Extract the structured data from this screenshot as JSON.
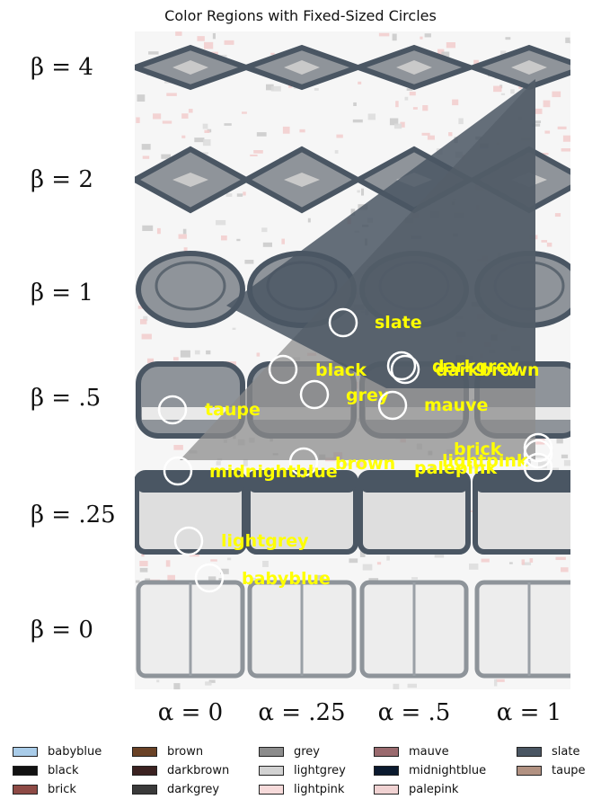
{
  "chart_data": {
    "type": "scatter",
    "title": "Color Regions with Fixed-Sized Circles",
    "xlabel": "",
    "ylabel": "",
    "row_labels": [
      "β = 4",
      "β = 2",
      "β = 1",
      "β = .5",
      "β = .25",
      "β = 0"
    ],
    "column_labels": [
      "α = 0",
      "α = .25",
      "α = .5",
      "α = 1"
    ],
    "grid": false,
    "legend": "bottom",
    "series": [
      {
        "name": "slate",
        "x": 382,
        "y": 359
      },
      {
        "name": "black",
        "x": 315,
        "y": 411
      },
      {
        "name": "darkgrey",
        "x": 447,
        "y": 407
      },
      {
        "name": "darkbrown",
        "x": 451,
        "y": 411
      },
      {
        "name": "grey",
        "x": 350,
        "y": 439
      },
      {
        "name": "mauve",
        "x": 437,
        "y": 451
      },
      {
        "name": "taupe",
        "x": 192,
        "y": 456
      },
      {
        "name": "brick",
        "x": 599,
        "y": 498
      },
      {
        "name": "lightpink",
        "x": 599,
        "y": 505
      },
      {
        "name": "palepink",
        "x": 599,
        "y": 520
      },
      {
        "name": "brown",
        "x": 338,
        "y": 514
      },
      {
        "name": "midnightblue",
        "x": 198,
        "y": 524
      },
      {
        "name": "lightgrey",
        "x": 210,
        "y": 602
      },
      {
        "name": "babyblue",
        "x": 233,
        "y": 643
      }
    ]
  },
  "legend": {
    "items": [
      {
        "label": "babyblue",
        "color": "#a9cce9"
      },
      {
        "label": "black",
        "color": "#121212"
      },
      {
        "label": "brick",
        "color": "#8e4a45"
      },
      {
        "label": "brown",
        "color": "#6a4226"
      },
      {
        "label": "darkbrown",
        "color": "#3b2221"
      },
      {
        "label": "darkgrey",
        "color": "#3a3a3a"
      },
      {
        "label": "grey",
        "color": "#8c8c8c"
      },
      {
        "label": "lightgrey",
        "color": "#d2d2d2"
      },
      {
        "label": "lightpink",
        "color": "#f6dada"
      },
      {
        "label": "mauve",
        "color": "#9a6a6e"
      },
      {
        "label": "midnightblue",
        "color": "#0b1a2f"
      },
      {
        "label": "palepink",
        "color": "#f0d2d2"
      },
      {
        "label": "slate",
        "color": "#4a5663"
      },
      {
        "label": "taupe",
        "color": "#b29282"
      }
    ]
  },
  "colors": {
    "annotation_text": "#ffff00",
    "circle_stroke": "#ffffff",
    "image_background": "#f6f6f6",
    "panel_light": "#c9c9c9",
    "panel_mid": "#8f949a",
    "panel_dark": "#4a5663",
    "triangle": "#4a5663",
    "triangle_light": "#8c8c8c"
  }
}
